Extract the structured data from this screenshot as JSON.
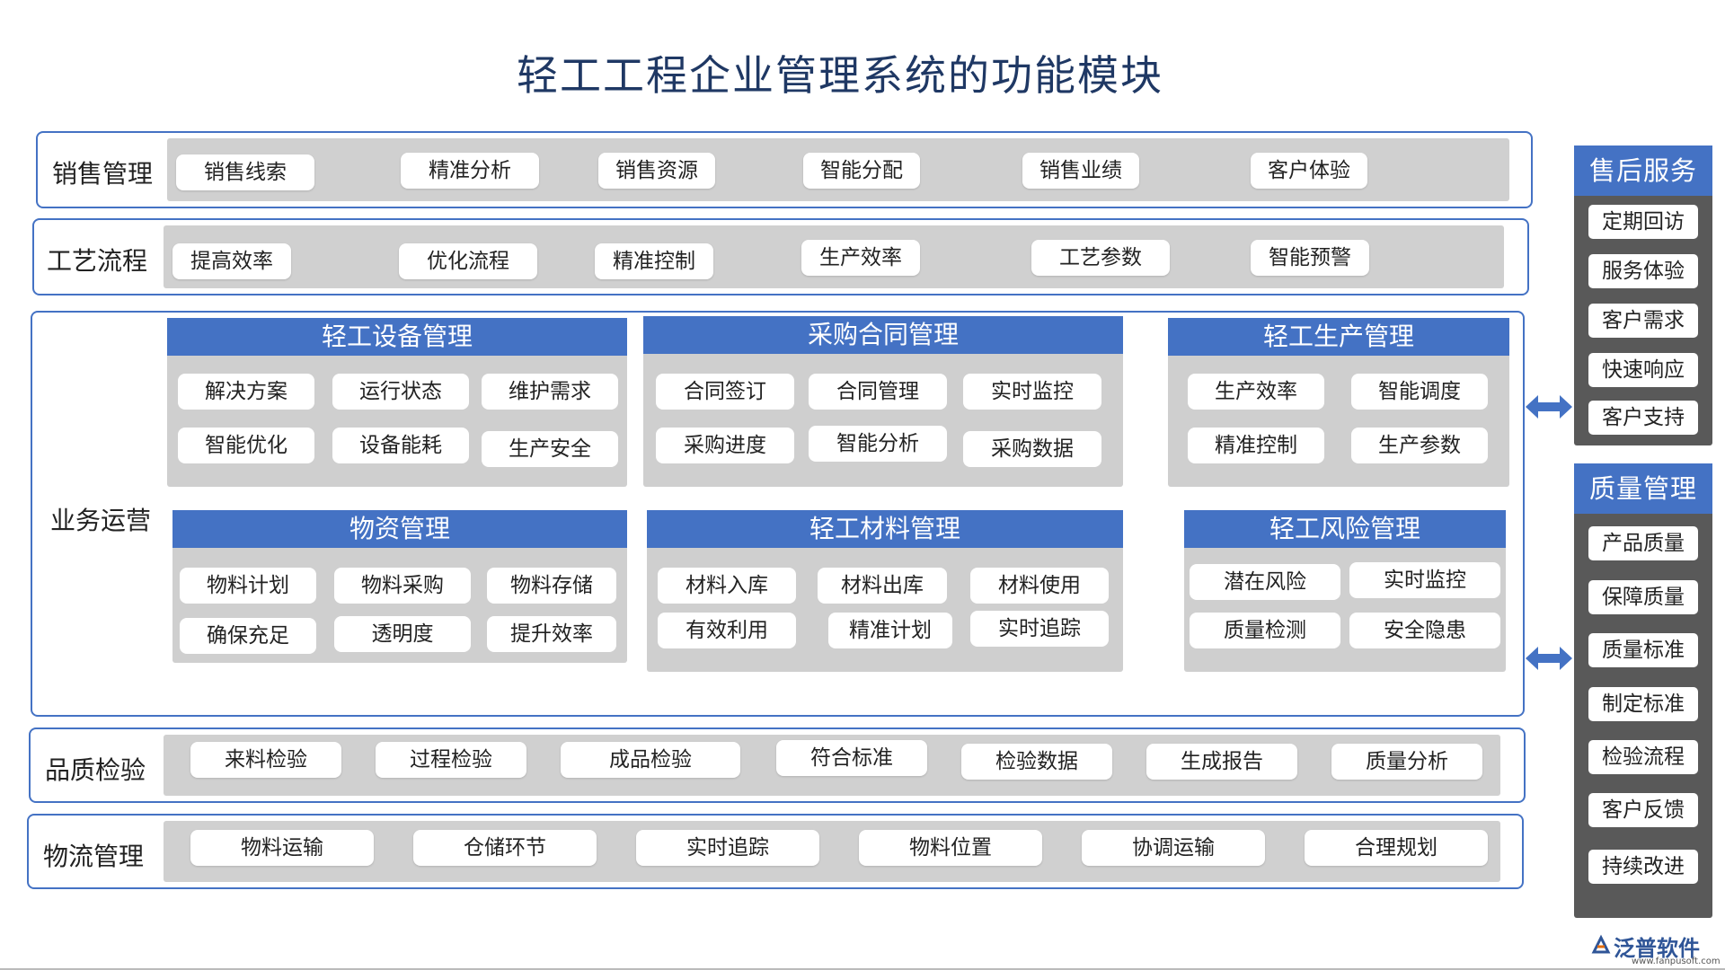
{
  "title": "轻工工程企业管理系统的功能模块",
  "rows": {
    "sales": {
      "label": "销售管理",
      "items": [
        "销售线索",
        "精准分析",
        "销售资源",
        "智能分配",
        "销售业绩",
        "客户体验"
      ]
    },
    "process": {
      "label": "工艺流程",
      "items": [
        "提高效率",
        "优化流程",
        "精准控制",
        "生产效率",
        "工艺参数",
        "智能预警"
      ]
    },
    "quality_check": {
      "label": "品质检验",
      "items": [
        "来料检验",
        "过程检验",
        "成品检验",
        "符合标准",
        "检验数据",
        "生成报告",
        "质量分析"
      ]
    },
    "logistics": {
      "label": "物流管理",
      "items": [
        "物料运输",
        "仓储环节",
        "实时追踪",
        "物料位置",
        "协调运输",
        "合理规划"
      ]
    }
  },
  "operations": {
    "label": "业务运营",
    "panels": [
      {
        "title": "轻工设备管理",
        "items": [
          "解决方案",
          "运行状态",
          "维护需求",
          "智能优化",
          "设备能耗",
          "生产安全"
        ]
      },
      {
        "title": "采购合同管理",
        "items": [
          "合同签订",
          "合同管理",
          "实时监控",
          "采购进度",
          "智能分析",
          "采购数据"
        ]
      },
      {
        "title": "轻工生产管理",
        "items": [
          "生产效率",
          "智能调度",
          "精准控制",
          "生产参数"
        ]
      },
      {
        "title": "物资管理",
        "items": [
          "物料计划",
          "物料采购",
          "物料存储",
          "确保充足",
          "透明度",
          "提升效率"
        ]
      },
      {
        "title": "轻工材料管理",
        "items": [
          "材料入库",
          "材料出库",
          "材料使用",
          "有效利用",
          "精准计划",
          "实时追踪"
        ]
      },
      {
        "title": "轻工风险管理",
        "items": [
          "潜在风险",
          "实时监控",
          "质量检测",
          "安全隐患"
        ]
      }
    ]
  },
  "sidebar": {
    "after_sales": {
      "title": "售后服务",
      "items": [
        "定期回访",
        "服务体验",
        "客户需求",
        "快速响应",
        "客户支持"
      ]
    },
    "quality": {
      "title": "质量管理",
      "items": [
        "产品质量",
        "保障质量",
        "质量标准",
        "制定标准",
        "检验流程",
        "客户反馈",
        "持续改进"
      ]
    }
  },
  "brand": {
    "name": "泛普软件",
    "url": "www.fanpusoft.com"
  },
  "colors": {
    "accent": "#4472c4",
    "tray": "#d0d0d0",
    "sidebar": "#595959",
    "title": "#1f3864"
  }
}
